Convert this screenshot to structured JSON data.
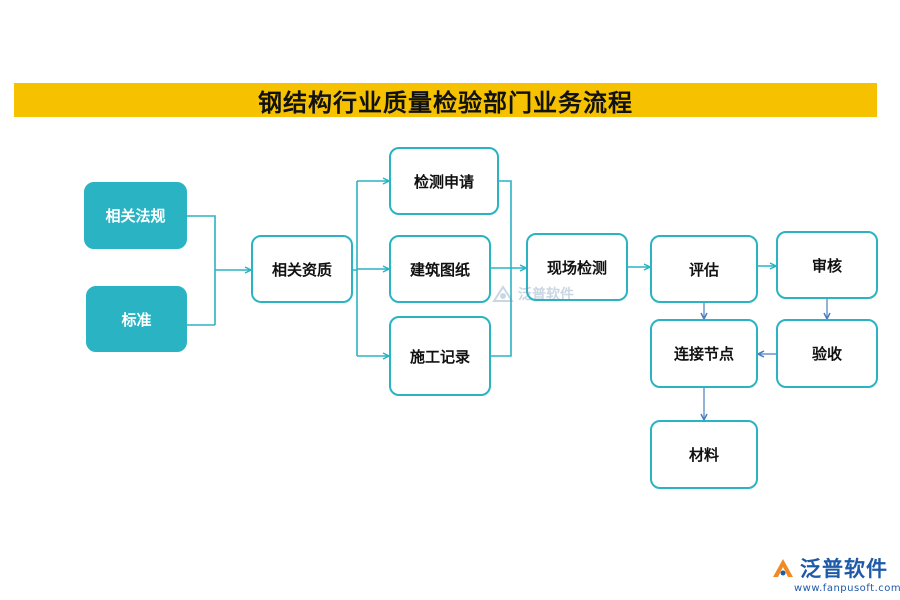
{
  "title": "钢结构行业质量检验部门业务流程",
  "nodes": {
    "regulations": "相关法规",
    "standards": "标准",
    "qualifications": "相关资质",
    "inspection_application": "检测申请",
    "building_drawings": "建筑图纸",
    "construction_records": "施工记录",
    "onsite_inspection": "现场检测",
    "evaluation": "评估",
    "review": "审核",
    "connection_node": "连接节点",
    "acceptance": "验收",
    "materials": "材料"
  },
  "watermark": {
    "center_text": "泛普软件",
    "corner_text": "泛普软件",
    "corner_url": "www.fanpusoft.com"
  },
  "colors": {
    "title_bar": "#f6c200",
    "node_border": "#2ab3c3",
    "connector": "#2ab3c3",
    "arrow_down": "#4a7fc1",
    "brand": "#1e5aa8"
  }
}
